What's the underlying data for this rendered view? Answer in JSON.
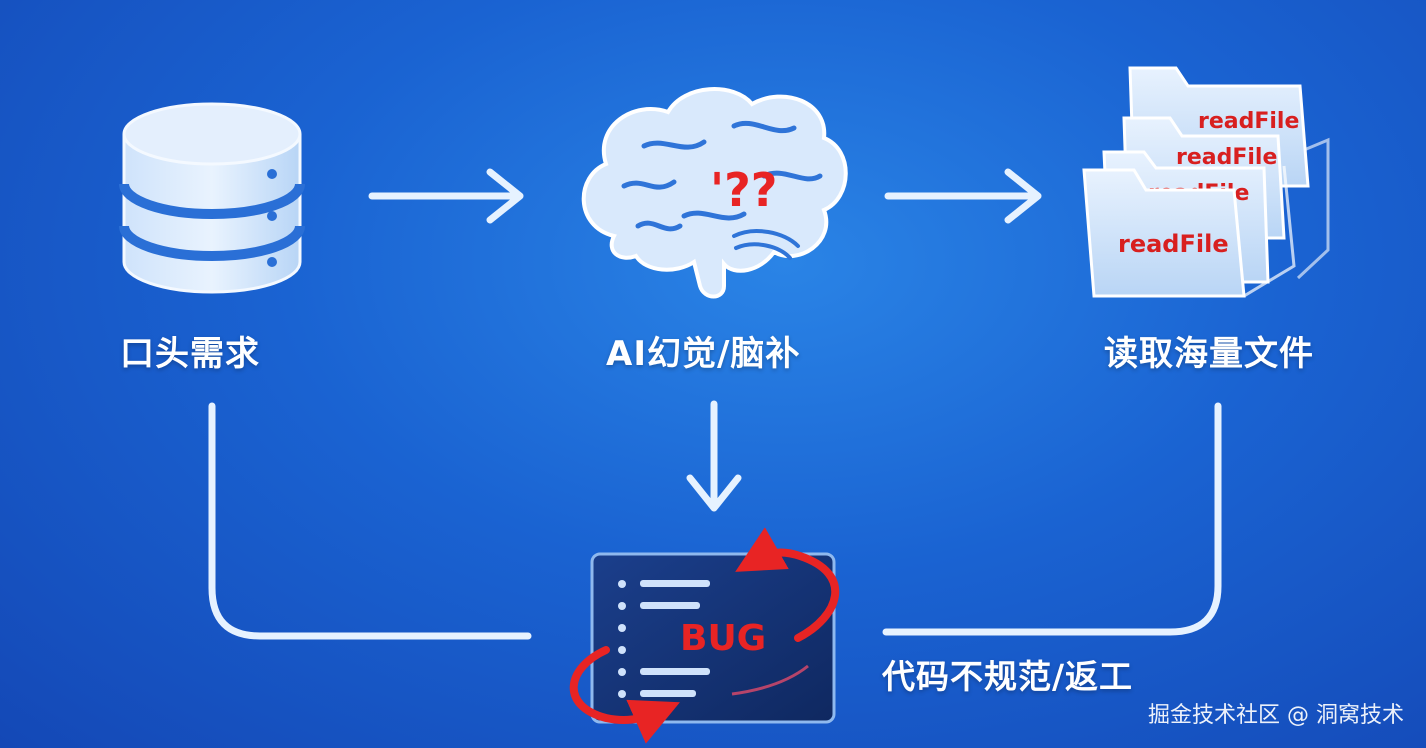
{
  "nodes": {
    "requirement": "口头需求",
    "ai": "AI幻觉/脑补",
    "files": "读取海量文件",
    "rework": "代码不规范/返工"
  },
  "brain_marks": "'??",
  "file_label": "readFile",
  "bug_label": "BUG",
  "watermark": "掘金技术社区 @ 洞窝技术",
  "colors": {
    "background": "#1a63d2",
    "line": "#e6f2ff",
    "accent_red": "#e82424",
    "panel": "#13306f"
  },
  "icons": [
    "database-icon",
    "brain-icon",
    "folders-icon",
    "code-bug-icon",
    "refresh-loop-icon"
  ]
}
